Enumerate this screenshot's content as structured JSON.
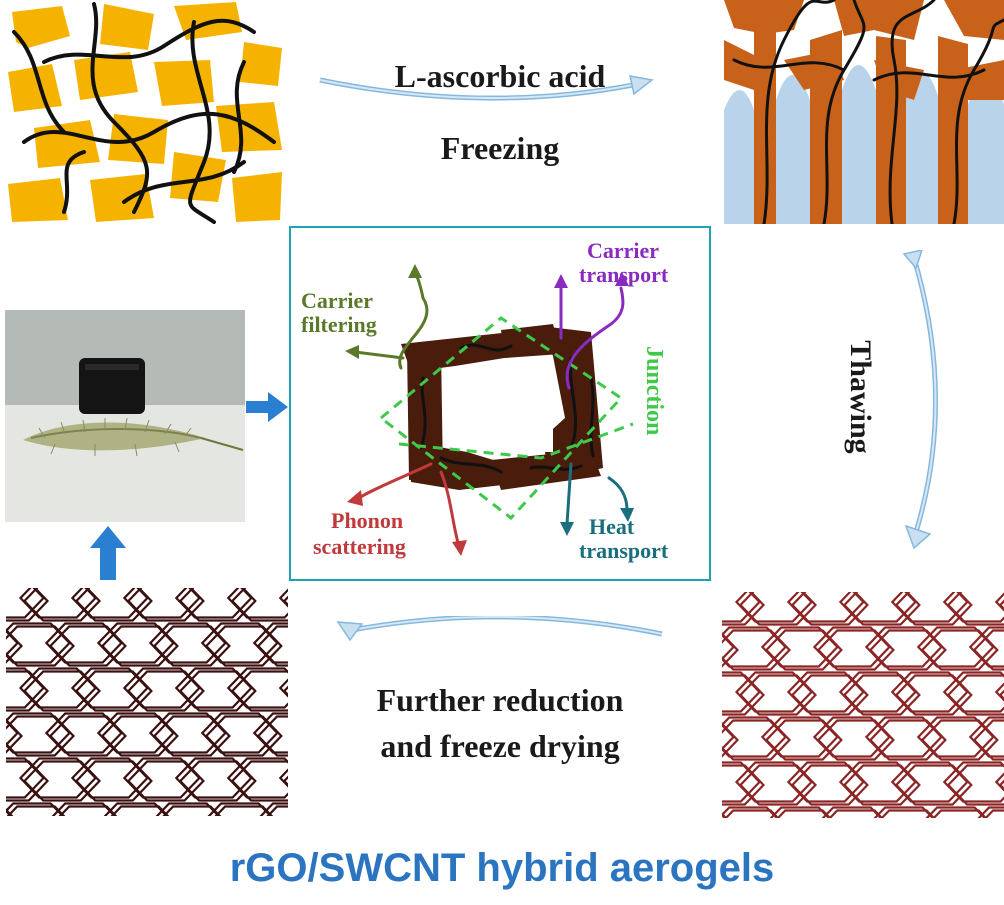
{
  "steps": {
    "top_line1": "L-ascorbic acid",
    "top_line2": "Freezing",
    "right": "Thawing",
    "bottom_line1": "Further reduction",
    "bottom_line2": "and freeze drying"
  },
  "center": {
    "carrier_filtering": [
      "Carrier",
      "filtering"
    ],
    "carrier_transport": [
      "Carrier",
      "transport"
    ],
    "junction": "Junction",
    "phonon_scattering": [
      "Phonon",
      "scattering"
    ],
    "heat_transport": [
      "Heat",
      "transport"
    ]
  },
  "caption": "rGO/SWCNT hybrid aerogels",
  "colors": {
    "go_sheet": "#f5b300",
    "ice_sheet": "#c8621a",
    "ice_crystal": "#b9d3ea",
    "aerogel_brown": "#4a1c0c",
    "hex_dark": "#3a1010",
    "hex_red": "#8b2525",
    "box_border": "#1fa3b4",
    "arrow_blue": "#2a7fd0",
    "junction_green": "#3ec94a",
    "filtering_green": "#5a7a2a",
    "transport_purple": "#8a2bc0",
    "phonon_red": "#c0393b",
    "heat_teal": "#1a6e7e",
    "caption_blue": "#2a74c0"
  }
}
